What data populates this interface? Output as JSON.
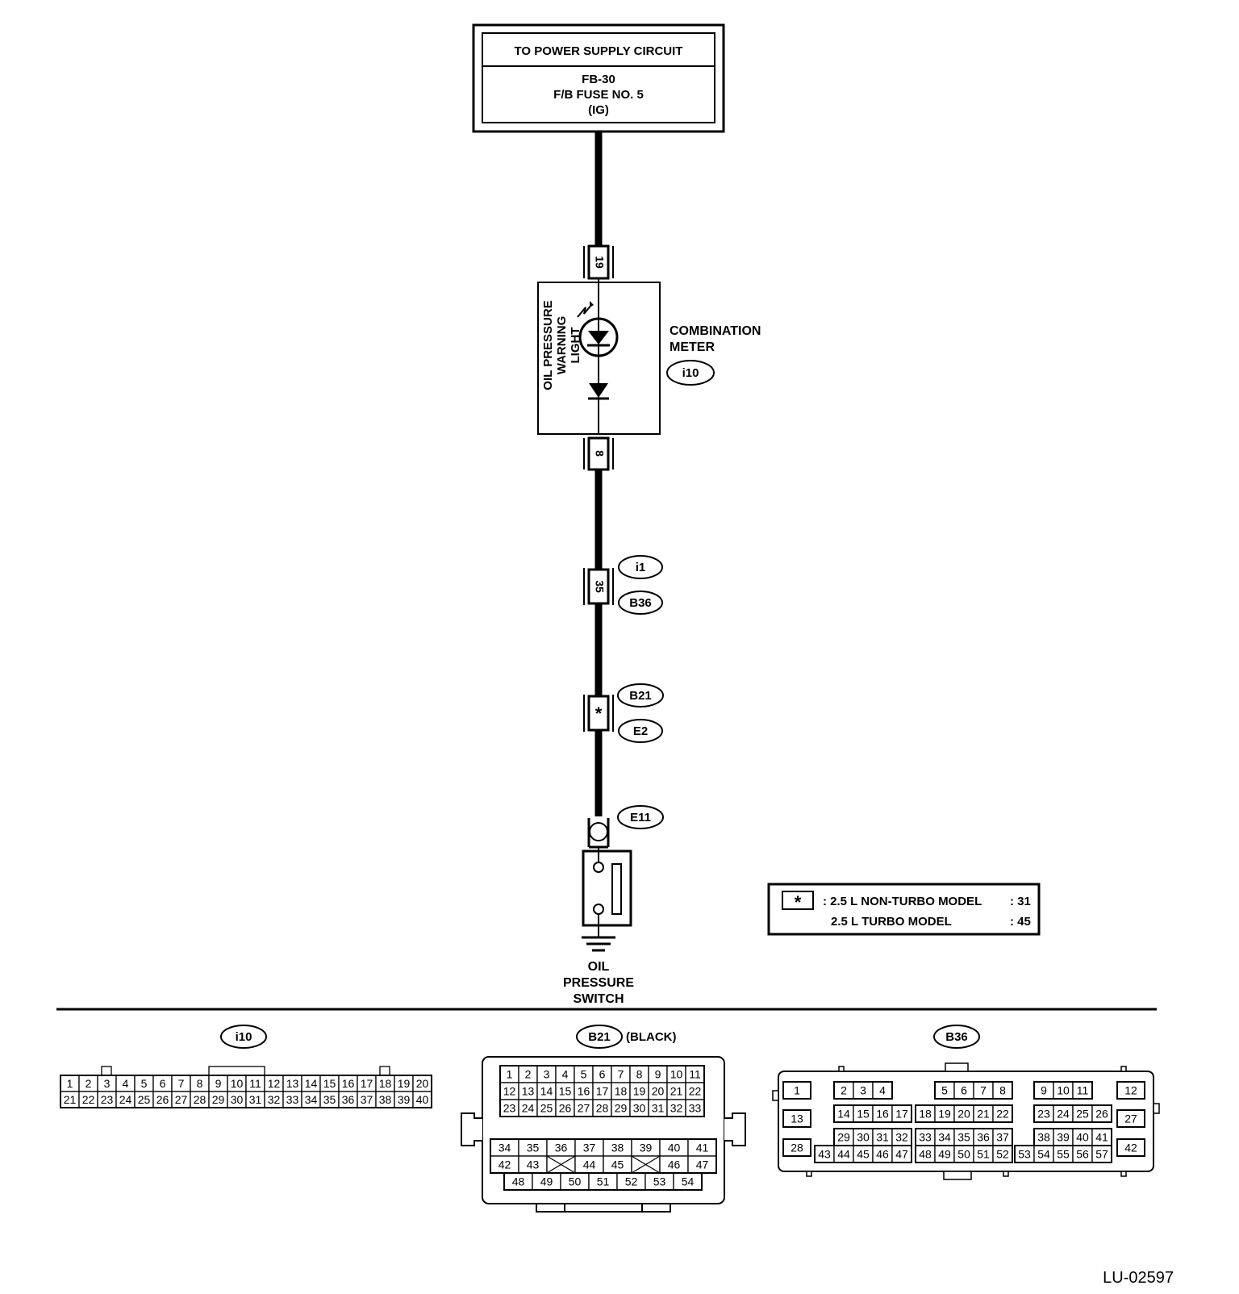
{
  "power_box": {
    "header": "TO POWER SUPPLY CIRCUIT",
    "line1": "FB-30",
    "line2": "F/B FUSE NO. 5",
    "line3": "(IG)"
  },
  "pins": {
    "p19": "19",
    "p8": "8",
    "p35": "35",
    "star": "*"
  },
  "light_label": [
    "OIL PRESSURE",
    "WARNING",
    "LIGHT"
  ],
  "meter_label": [
    "COMBINATION",
    "METER"
  ],
  "connectors": {
    "i10": "i10",
    "i1": "i1",
    "B36": "B36",
    "B21": "B21",
    "E2": "E2",
    "E11": "E11"
  },
  "switch_label": [
    "OIL",
    "PRESSURE",
    "SWITCH"
  ],
  "legend": {
    "star": "*",
    "row1_label": ": 2.5 L NON-TURBO MODEL",
    "row1_value": ": 31",
    "row2_label": "2.5 L TURBO MODEL",
    "row2_value": ": 45"
  },
  "footer": {
    "i10_name": "i10",
    "b21_name": "B21",
    "b21_color": "(BLACK)",
    "b36_name": "B36"
  },
  "i10_rows": [
    [
      "1",
      "2",
      "3",
      "4",
      "5",
      "6",
      "7",
      "8",
      "9",
      "10",
      "11",
      "12",
      "13",
      "14",
      "15",
      "16",
      "17",
      "18",
      "19",
      "20"
    ],
    [
      "21",
      "22",
      "23",
      "24",
      "25",
      "26",
      "27",
      "28",
      "29",
      "30",
      "31",
      "32",
      "33",
      "34",
      "35",
      "36",
      "37",
      "38",
      "39",
      "40"
    ]
  ],
  "b21_top_rows": [
    [
      "1",
      "2",
      "3",
      "4",
      "5",
      "6",
      "7",
      "8",
      "9",
      "10",
      "11"
    ],
    [
      "12",
      "13",
      "14",
      "15",
      "16",
      "17",
      "18",
      "19",
      "20",
      "21",
      "22"
    ],
    [
      "23",
      "24",
      "25",
      "26",
      "27",
      "28",
      "29",
      "30",
      "31",
      "32",
      "33"
    ]
  ],
  "b21_mid_rows": [
    [
      "34",
      "35",
      "36",
      "37",
      "38",
      "39",
      "40",
      "41"
    ],
    [
      "42",
      "43",
      "",
      "44",
      "45",
      "",
      "46",
      "47"
    ]
  ],
  "b21_bottom_row": [
    "48",
    "49",
    "50",
    "51",
    "52",
    "53",
    "54"
  ],
  "b36_left_col": [
    "1",
    "13",
    "28"
  ],
  "b36_right_col": [
    "12",
    "27",
    "42"
  ],
  "b36_groups": [
    [
      [
        "2",
        "3",
        "4"
      ],
      [
        "14",
        "15",
        "16",
        "17"
      ],
      [
        "29",
        "30",
        "31",
        "32"
      ],
      [
        "43",
        "44",
        "45",
        "46",
        "47"
      ]
    ],
    [
      [
        "5",
        "6",
        "7",
        "8"
      ],
      [
        "18",
        "19",
        "20",
        "21",
        "22"
      ],
      [
        "33",
        "34",
        "35",
        "36",
        "37"
      ],
      [
        "48",
        "49",
        "50",
        "51",
        "52"
      ]
    ],
    [
      [
        "9",
        "10",
        "11"
      ],
      [
        "23",
        "24",
        "25",
        "26"
      ],
      [
        "38",
        "39",
        "40",
        "41"
      ],
      [
        "53",
        "54",
        "55",
        "56",
        "57"
      ]
    ]
  ],
  "figure_id": "LU-02597"
}
